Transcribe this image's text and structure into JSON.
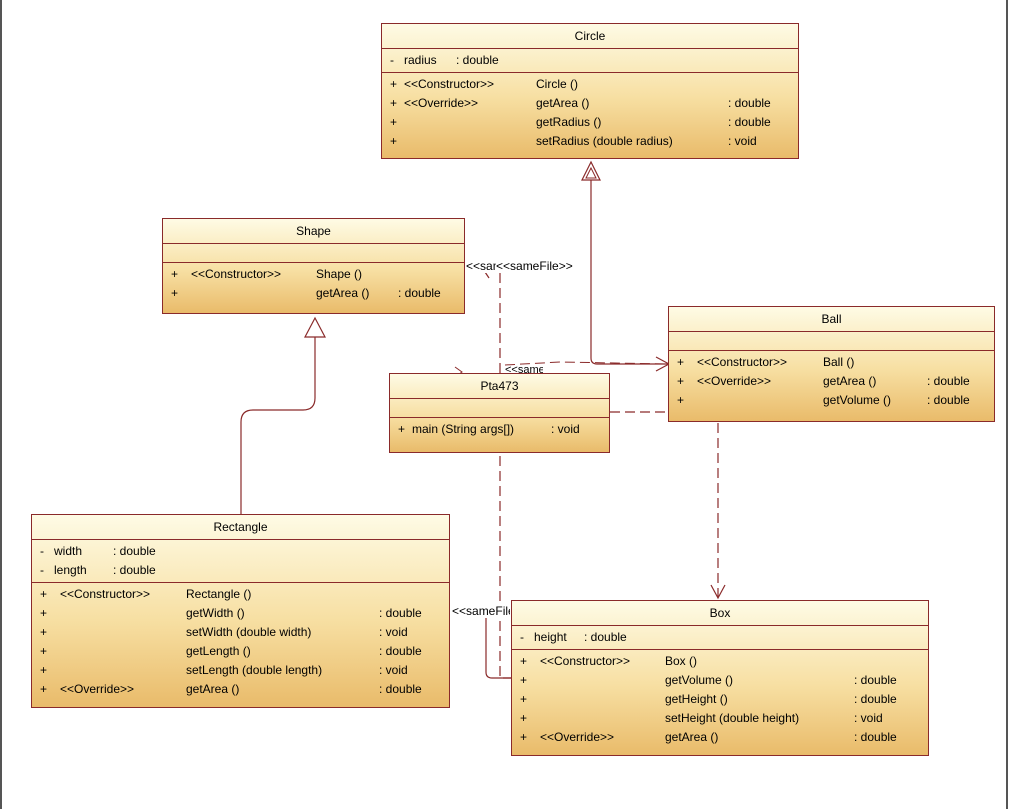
{
  "classes": {
    "circle": {
      "name": "Circle",
      "attributes": [
        {
          "vis": "-",
          "name": "radius",
          "type": ": double"
        }
      ],
      "operations": [
        {
          "vis": "+",
          "stereo": "<<Constructor>>",
          "name": "Circle ()",
          "type": ""
        },
        {
          "vis": "+",
          "stereo": "<<Override>>",
          "name": "getArea ()",
          "type": ": double"
        },
        {
          "vis": "+",
          "stereo": "",
          "name": "getRadius ()",
          "type": ": double"
        },
        {
          "vis": "+",
          "stereo": "",
          "name": "setRadius (double radius)",
          "type": ": void"
        }
      ]
    },
    "shape": {
      "name": "Shape",
      "operations": [
        {
          "vis": "+",
          "stereo": "<<Constructor>>",
          "name": "Shape ()",
          "type": ""
        },
        {
          "vis": "+",
          "stereo": "",
          "name": "getArea ()",
          "type": ": double"
        }
      ]
    },
    "ball": {
      "name": "Ball",
      "operations": [
        {
          "vis": "+",
          "stereo": "<<Constructor>>",
          "name": "Ball ()",
          "type": ""
        },
        {
          "vis": "+",
          "stereo": "<<Override>>",
          "name": "getArea ()",
          "type": ": double"
        },
        {
          "vis": "+",
          "stereo": "",
          "name": "getVolume ()",
          "type": ": double"
        }
      ]
    },
    "pta473": {
      "name": "Pta473",
      "operations": [
        {
          "vis": "+",
          "stereo": "",
          "name": "main (String args[])",
          "type": ": void"
        }
      ]
    },
    "rectangle": {
      "name": "Rectangle",
      "attributes": [
        {
          "vis": "-",
          "name": "width",
          "type": ": double"
        },
        {
          "vis": "-",
          "name": "length",
          "type": ": double"
        }
      ],
      "operations": [
        {
          "vis": "+",
          "stereo": "<<Constructor>>",
          "name": "Rectangle ()",
          "type": ""
        },
        {
          "vis": "+",
          "stereo": "",
          "name": "getWidth ()",
          "type": ": double"
        },
        {
          "vis": "+",
          "stereo": "",
          "name": "setWidth (double width)",
          "type": ": void"
        },
        {
          "vis": "+",
          "stereo": "",
          "name": "getLength ()",
          "type": ": double"
        },
        {
          "vis": "+",
          "stereo": "",
          "name": "setLength (double length)",
          "type": ": void"
        },
        {
          "vis": "+",
          "stereo": "<<Override>>",
          "name": "getArea ()",
          "type": ": double"
        }
      ]
    },
    "box": {
      "name": "Box",
      "attributes": [
        {
          "vis": "-",
          "name": "height",
          "type": ": double"
        }
      ],
      "operations": [
        {
          "vis": "+",
          "stereo": "<<Constructor>>",
          "name": "Box ()",
          "type": ""
        },
        {
          "vis": "+",
          "stereo": "",
          "name": "getVolume ()",
          "type": ": double"
        },
        {
          "vis": "+",
          "stereo": "",
          "name": "getHeight ()",
          "type": ": double"
        },
        {
          "vis": "+",
          "stereo": "",
          "name": "setHeight (double height)",
          "type": ": void"
        },
        {
          "vis": "+",
          "stereo": "<<Override>>",
          "name": "getArea ()",
          "type": ": double"
        }
      ]
    }
  },
  "labels": {
    "samefile_1": "<<sameFile>>",
    "samefile_2": "<<sameFile>>",
    "samefile_3": "<<sameFile>>",
    "samefile_4": "<<sameFile>>"
  },
  "colors": {
    "border": "#8a2a2a",
    "edge": "#8a2a2a"
  }
}
